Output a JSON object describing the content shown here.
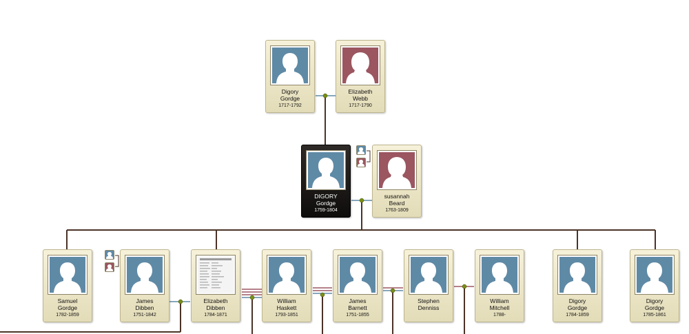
{
  "colors": {
    "male": "#5f8aa6",
    "female": "#9b5660",
    "connector": "#4a3226",
    "junction": "#7a8f12"
  },
  "people": [
    {
      "id": "digory-gordge-1717",
      "first": "Digory",
      "last": "Gordge",
      "dates": "1717-1792",
      "gender": "male",
      "photo": "silhouette-male-icon"
    },
    {
      "id": "elizabeth-webb",
      "first": "Elizabeth",
      "last": "Webb",
      "dates": "1717-1790",
      "gender": "female",
      "photo": "silhouette-female-icon"
    },
    {
      "id": "digory-gordge-1759",
      "first": "DIGORY",
      "last": "Gordge",
      "dates": "1759-1804",
      "gender": "male",
      "photo": "silhouette-male-icon",
      "selected": true
    },
    {
      "id": "susannah-beard",
      "first": "susannah",
      "last": "Beard",
      "dates": "1763-1809",
      "gender": "female",
      "photo": "silhouette-female-icon"
    },
    {
      "id": "samuel-gordge",
      "first": "Samuel",
      "last": "Gordge",
      "dates": "1782-1859",
      "gender": "male",
      "photo": "silhouette-male-icon"
    },
    {
      "id": "james-dibben",
      "first": "James",
      "last": "Dibben",
      "dates": "1751-1842",
      "gender": "male",
      "photo": "silhouette-male-icon"
    },
    {
      "id": "elizabeth-dibben",
      "first": "Elizabeth",
      "last": "Dibben",
      "dates": "1784-1871",
      "gender": "female",
      "photo": "document-photo-icon"
    },
    {
      "id": "william-haskett",
      "first": "William",
      "last": "Haskett",
      "dates": "1793-1851",
      "gender": "male",
      "photo": "silhouette-male-icon"
    },
    {
      "id": "james-barnett",
      "first": "James",
      "last": "Barnett",
      "dates": "1751-1855",
      "gender": "male",
      "photo": "silhouette-male-icon"
    },
    {
      "id": "stephen-denniss",
      "first": "Stephen",
      "last": "Denniss",
      "dates": "",
      "gender": "male",
      "photo": "silhouette-male-icon"
    },
    {
      "id": "william-mitchell",
      "first": "William",
      "last": "Mitchell",
      "dates": "1788-",
      "gender": "male",
      "photo": "silhouette-male-icon"
    },
    {
      "id": "digory-gordge-1784",
      "first": "Digory",
      "last": "Gordge",
      "dates": "1784-1859",
      "gender": "male",
      "photo": "silhouette-male-icon"
    },
    {
      "id": "digory-gordge-1785",
      "first": "Digory",
      "last": "Gordge",
      "dates": "1785-1861",
      "gender": "male",
      "photo": "silhouette-male-icon"
    }
  ],
  "parent_links": [
    {
      "for": "digory-gordge-1759",
      "icons": [
        "father-icon",
        "mother-icon"
      ]
    },
    {
      "for": "james-dibben",
      "icons": [
        "father-icon",
        "mother-icon"
      ]
    }
  ]
}
